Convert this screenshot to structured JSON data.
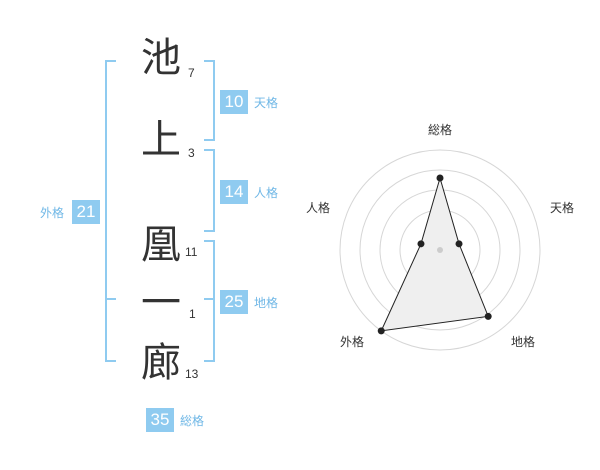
{
  "characters": [
    {
      "char": "池",
      "strokes": "7"
    },
    {
      "char": "上",
      "strokes": "3"
    },
    {
      "char": "凰",
      "strokes": "11"
    },
    {
      "char": "一",
      "strokes": "1"
    },
    {
      "char": "廊",
      "strokes": "13"
    }
  ],
  "fortunes": {
    "ten": {
      "value": "10",
      "label": "天格"
    },
    "jin": {
      "value": "14",
      "label": "人格"
    },
    "chi": {
      "value": "25",
      "label": "地格"
    },
    "gai": {
      "value": "21",
      "label": "外格"
    },
    "sou": {
      "value": "35",
      "label": "総格"
    }
  },
  "radar": {
    "labels": [
      "総格",
      "天格",
      "地格",
      "外格",
      "人格"
    ],
    "values": [
      0.72,
      0.2,
      0.82,
      1.0,
      0.2
    ],
    "accent": "#8fcbf0"
  }
}
